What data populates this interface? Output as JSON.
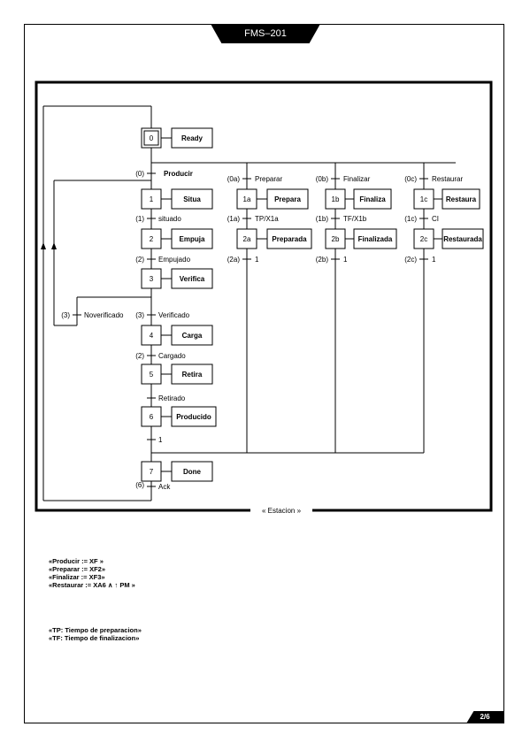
{
  "document": {
    "code": "FMS–201",
    "page": "2/6",
    "frame_label": "« Estacion »"
  },
  "steps": {
    "s0": {
      "num": "0",
      "action": "Ready"
    },
    "s1": {
      "num": "1",
      "action": "Situa"
    },
    "s2": {
      "num": "2",
      "action": "Empuja"
    },
    "s3": {
      "num": "3",
      "action": "Verifica"
    },
    "s4": {
      "num": "4",
      "action": "Carga"
    },
    "s5": {
      "num": "5",
      "action": "Retira"
    },
    "s6": {
      "num": "6",
      "action": "Producido"
    },
    "s7": {
      "num": "7",
      "action": "Done"
    },
    "s1a": {
      "num": "1a",
      "action": "Prepara"
    },
    "s2a": {
      "num": "2a",
      "action": "Preparada"
    },
    "s1b": {
      "num": "1b",
      "action": "Finaliza"
    },
    "s2b": {
      "num": "2b",
      "action": "Finalizada"
    },
    "s1c": {
      "num": "1c",
      "action": "Restaura"
    },
    "s2c": {
      "num": "2c",
      "action": "Restaurada"
    }
  },
  "transitions": {
    "t0": {
      "id": "(0)",
      "cond": "Producir"
    },
    "t1": {
      "id": "(1)",
      "cond": "situado"
    },
    "t2": {
      "id": "(2)",
      "cond": "Empujado"
    },
    "t3a": {
      "id": "(3)",
      "cond": "Verificado"
    },
    "t3b": {
      "id": "(3)",
      "cond": "Noverificado"
    },
    "t4": {
      "id": "(2)",
      "cond": "Cargado"
    },
    "t5": {
      "id": "",
      "cond": "Retirado"
    },
    "t6": {
      "id": "",
      "cond": "1"
    },
    "t7": {
      "id": "(6)",
      "cond": "Ack"
    },
    "t0a": {
      "id": "(0a)",
      "cond": "Preparar"
    },
    "t0b": {
      "id": "(0b)",
      "cond": "Finalizar"
    },
    "t0c": {
      "id": "(0c)",
      "cond": "Restaurar"
    },
    "t1a": {
      "id": "(1a)",
      "cond": "TP/X1a"
    },
    "t1b": {
      "id": "(1b)",
      "cond": "TF/X1b"
    },
    "t1c": {
      "id": "(1c)",
      "cond": "CI"
    },
    "t2a": {
      "id": "(2a)",
      "cond": "1"
    },
    "t2b": {
      "id": "(2b)",
      "cond": "1"
    },
    "t2c": {
      "id": "(2c)",
      "cond": "1"
    }
  },
  "notes": {
    "definitions": [
      "«Producir := XF »",
      "«Preparar := XF2»",
      "«Finalizar := XF3»",
      "«Restaurar := XA6 ∧ ↑ PM »"
    ],
    "legend": [
      "«TP: Tiempo de preparacion»",
      "«TF: Tiempo de finalizacion»"
    ]
  }
}
